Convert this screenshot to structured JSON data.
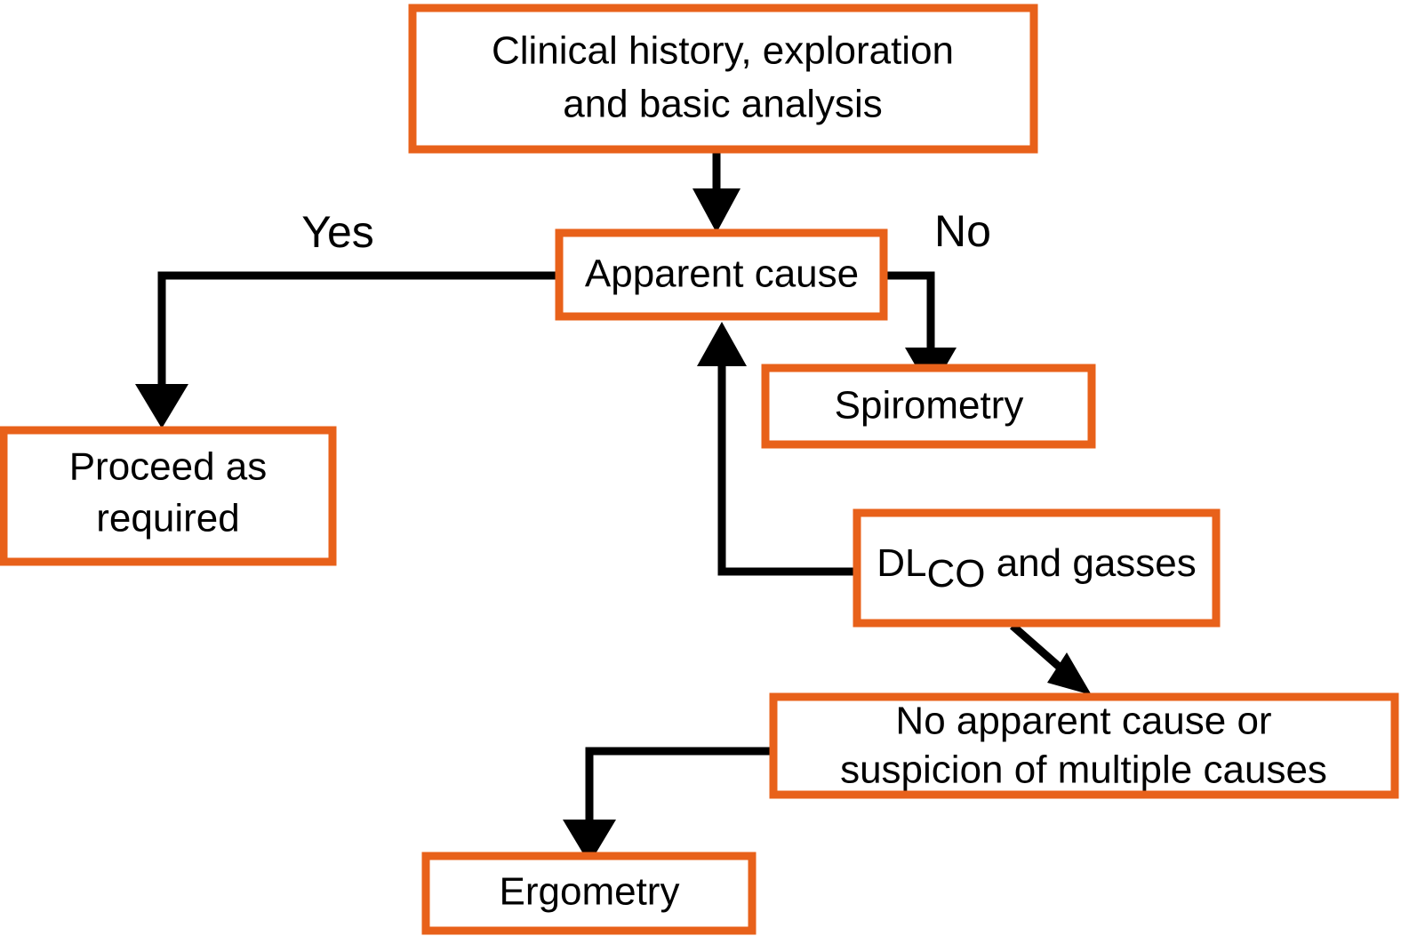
{
  "diagram": {
    "title": "Diagnostic algorithm flowchart",
    "colors": {
      "box_border": "#E8611A",
      "box_fill": "#ffffff",
      "connector": "#000000",
      "text": "#000000",
      "background": "#ffffff"
    },
    "nodes": [
      {
        "id": "clinical-history",
        "lines": [
          "Clinical history, exploration",
          "and basic analysis"
        ]
      },
      {
        "id": "apparent-cause",
        "lines": [
          "Apparent cause"
        ]
      },
      {
        "id": "proceed-as-required",
        "lines": [
          "Proceed as",
          "required"
        ]
      },
      {
        "id": "spirometry",
        "lines": [
          "Spirometry"
        ]
      },
      {
        "id": "dlco-and-gasses",
        "prefix": "DL",
        "subscript": "CO",
        "suffix": " and gasses"
      },
      {
        "id": "no-apparent-cause",
        "lines": [
          "No apparent cause or",
          "suspicion of multiple causes"
        ]
      },
      {
        "id": "ergometry",
        "lines": [
          "Ergometry"
        ]
      }
    ],
    "edge_labels": {
      "yes": "Yes",
      "no": "No"
    }
  }
}
